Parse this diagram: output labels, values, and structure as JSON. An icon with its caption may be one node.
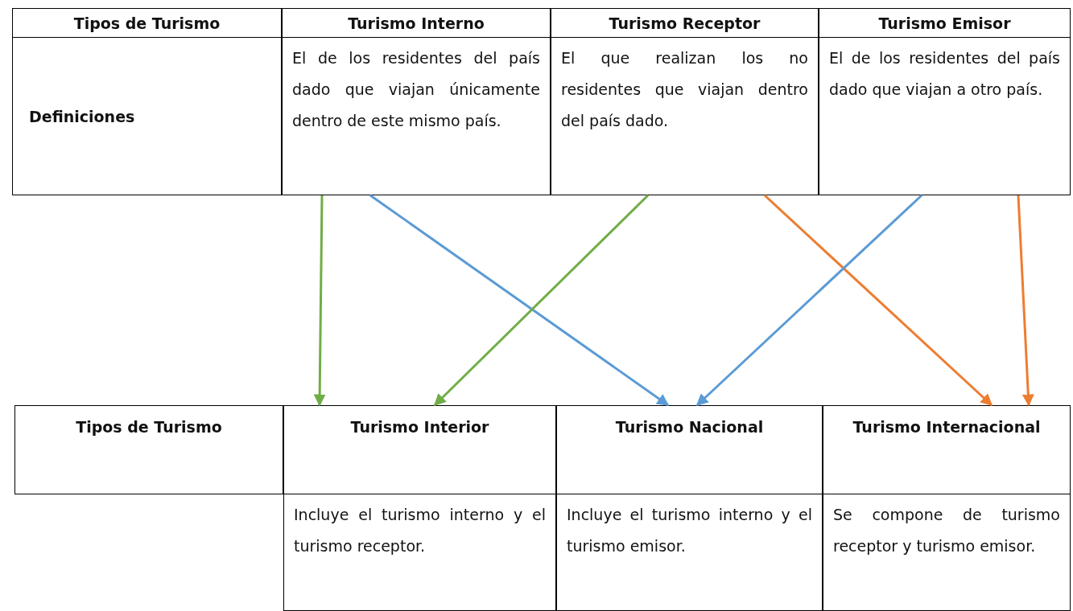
{
  "diagram": {
    "nodes": [
      {
        "text": [
          "Tipos de Turismo"
        ]
      },
      {
        "text": [
          "Turismo Interno"
        ]
      },
      {
        "text": [
          "Turismo Receptor"
        ]
      },
      {
        "text": [
          "Turismo Emisor"
        ]
      },
      {
        "text": [
          "Definiciones"
        ]
      },
      {
        "text": [
          "El de los residentes del país dado que viajan únicamente dentro de este mismo país."
        ]
      },
      {
        "text": [
          "El que realizan los no residentes que viajan dentro del país dado."
        ]
      },
      {
        "text": [
          "El de los residentes del país dado que viajan a otro país."
        ]
      },
      {
        "text": [
          "Tipos de Turismo"
        ]
      },
      {
        "text": [
          "Turismo Interior"
        ]
      },
      {
        "text": [
          "Turismo Nacional"
        ]
      },
      {
        "text": [
          "Turismo Internacional"
        ]
      },
      {
        "text": [
          "Incluye el turismo interno y el turismo receptor."
        ]
      },
      {
        "text": [
          "Incluye el turismo interno y el turismo emisor."
        ]
      },
      {
        "text": [
          "Se compone de turismo receptor y turismo emisor."
        ]
      }
    ],
    "edges": [
      {
        "from": 5,
        "to": 9,
        "arrow": "to",
        "color": "#70ad47"
      },
      {
        "from": 5,
        "to": 10,
        "arrow": "to",
        "color": "#5b9bd5"
      },
      {
        "from": 6,
        "to": 9,
        "arrow": "to",
        "color": "#70ad47"
      },
      {
        "from": 6,
        "to": 11,
        "arrow": "to",
        "color": "#ed7d31"
      },
      {
        "from": 7,
        "to": 10,
        "arrow": "to",
        "color": "#5b9bd5"
      },
      {
        "from": 7,
        "to": 11,
        "arrow": "to",
        "color": "#ed7d31"
      }
    ]
  }
}
